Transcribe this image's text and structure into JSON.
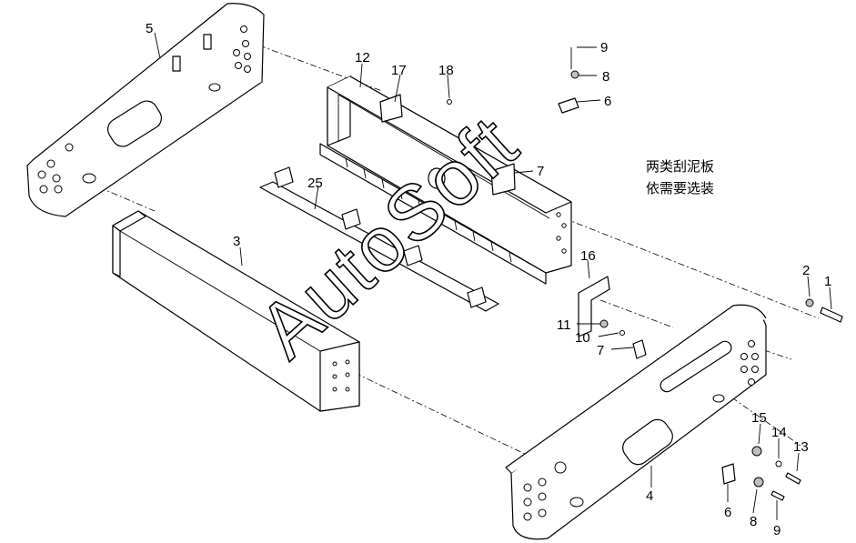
{
  "callouts": {
    "c1": "1",
    "c2": "2",
    "c3": "3",
    "c4": "4",
    "c5": "5",
    "c6a": "6",
    "c6b": "6",
    "c7a": "7",
    "c7b": "7",
    "c8a": "8",
    "c8b": "8",
    "c9a": "9",
    "c9b": "9",
    "c10": "10",
    "c11": "11",
    "c12": "12",
    "c13": "13",
    "c14": "14",
    "c15": "15",
    "c16": "16",
    "c17": "17",
    "c18": "18",
    "c25": "25"
  },
  "note": {
    "line1": "两类刮泥板",
    "line2": "依需要选装"
  },
  "watermark": "AutoSoft"
}
